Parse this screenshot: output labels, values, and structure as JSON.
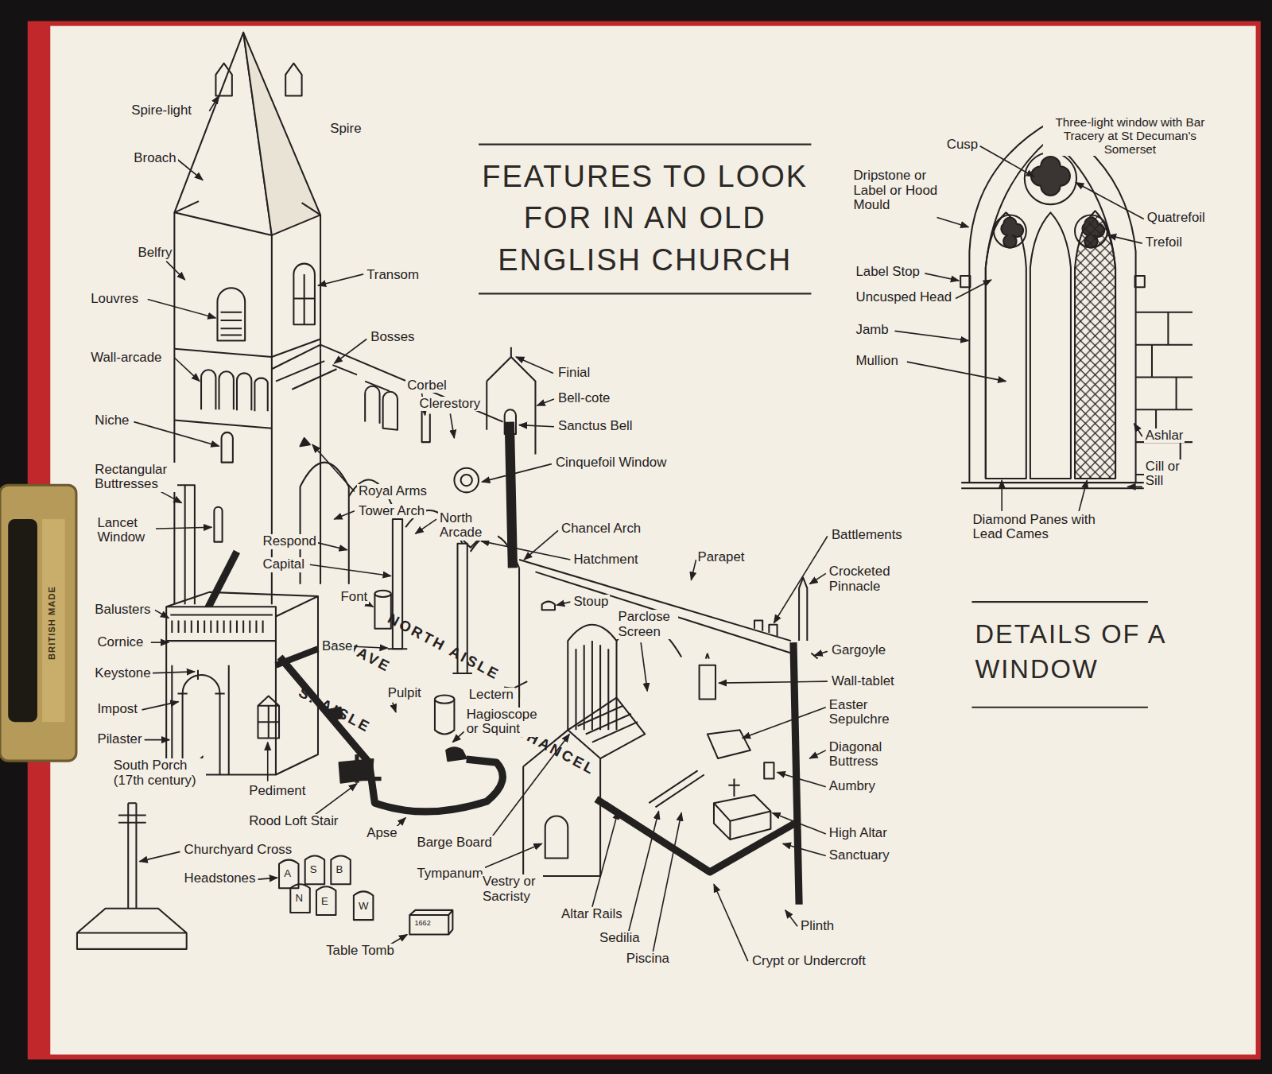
{
  "diagram": {
    "title": "FEATURES TO LOOK FOR IN AN OLD ENGLISH CHURCH",
    "labels": [
      "Spire-light",
      "Spire",
      "Broach",
      "Belfry",
      "Transom",
      "Louvres",
      "Bosses",
      "Wall-arcade",
      "Corbel",
      "Clerestory",
      "Finial",
      "Bell-cote",
      "Sanctus Bell",
      "Niche",
      "Cinquefoil Window",
      "Rectangular Buttresses",
      "Royal Arms",
      "Tower Arch",
      "North Arcade",
      "Lancet Window",
      "Respond",
      "Capital",
      "Chancel Arch",
      "Hatchment",
      "Parapet",
      "Battlements",
      "Crocketed Pinnacle",
      "Font",
      "Stoup",
      "Parclose Screen",
      "NORTH AISLE",
      "NAVE",
      "S. AISLE",
      "CHANCEL",
      "Balusters",
      "Cornice",
      "Keystone",
      "Base",
      "Gargoyle",
      "Wall-tablet",
      "Impost",
      "Pulpit",
      "Lectern",
      "Hagioscope or Squint",
      "Easter Sepulchre",
      "Pilaster",
      "Diagonal Buttress",
      "South Porch (17th century)",
      "Pediment",
      "Aumbry",
      "Rood Loft Stair",
      "Apse",
      "High Altar",
      "Sanctuary",
      "Churchyard Cross",
      "Barge Board",
      "Tympanum",
      "Headstones",
      "A",
      "S",
      "B",
      "N",
      "E",
      "W",
      "Vestry or Sacristy",
      "Altar Rails",
      "Sedilia",
      "Piscina",
      "Plinth",
      "Crypt or Undercroft",
      "Table Tomb",
      "1662",
      "Cusp",
      "Three-light window with Bar Tracery at St Decuman's Somerset",
      "Dripstone or Label or Hood Mould",
      "Quatrefoil",
      "Trefoil",
      "Label Stop",
      "Uncusped Head",
      "Jamb",
      "Mullion",
      "Ashlar",
      "Cill or Sill",
      "Diamond Panes with Lead Cames",
      "DETAILS OF A WINDOW",
      "BRITISH MADE"
    ]
  }
}
